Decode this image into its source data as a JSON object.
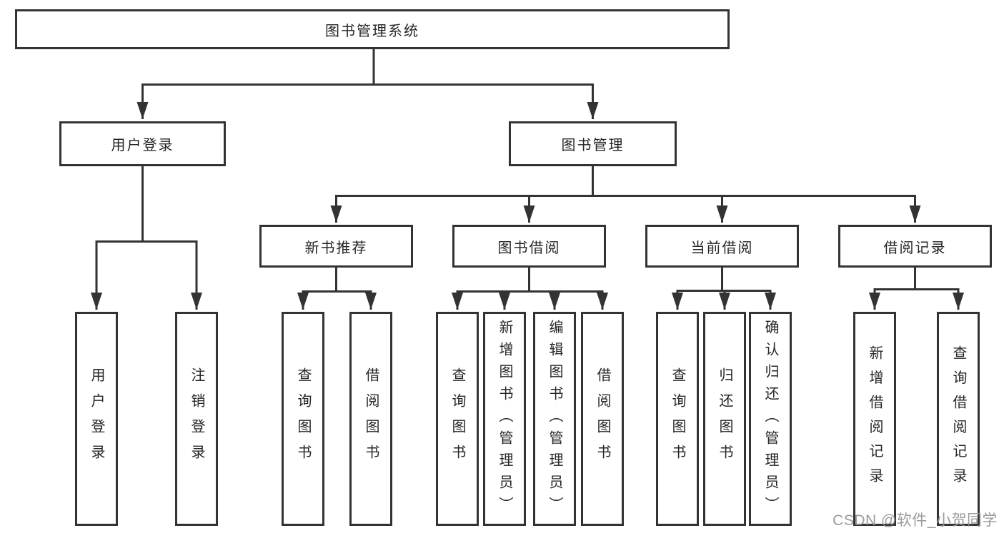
{
  "diagram": {
    "root": {
      "label": "图书管理系统"
    },
    "level2": [
      {
        "id": "user-login",
        "label": "用户登录"
      },
      {
        "id": "book-management",
        "label": "图书管理"
      }
    ],
    "level3": [
      {
        "id": "new-book-recommend",
        "label": "新书推荐",
        "parent": "book-management"
      },
      {
        "id": "book-borrow",
        "label": "图书借阅",
        "parent": "book-management"
      },
      {
        "id": "current-borrow",
        "label": "当前借阅",
        "parent": "book-management"
      },
      {
        "id": "borrow-records",
        "label": "借阅记录",
        "parent": "book-management"
      }
    ],
    "leaves": [
      {
        "id": "user-login-op",
        "label": "用户登录",
        "parent": "user-login"
      },
      {
        "id": "logout-op",
        "label": "注销登录",
        "parent": "user-login"
      },
      {
        "id": "query-books-recommend",
        "label": "查询图书",
        "parent": "new-book-recommend"
      },
      {
        "id": "borrow-books-recommend",
        "label": "借阅图书",
        "parent": "new-book-recommend"
      },
      {
        "id": "query-books-borrow",
        "label": "查询图书",
        "parent": "book-borrow"
      },
      {
        "id": "add-books-admin",
        "label": "新增图书（管理员）",
        "parent": "book-borrow"
      },
      {
        "id": "edit-books-admin",
        "label": "编辑图书（管理员）",
        "parent": "book-borrow"
      },
      {
        "id": "borrow-books",
        "label": "借阅图书",
        "parent": "book-borrow"
      },
      {
        "id": "query-books-current",
        "label": "查询图书",
        "parent": "current-borrow"
      },
      {
        "id": "return-books",
        "label": "归还图书",
        "parent": "current-borrow"
      },
      {
        "id": "confirm-return-admin",
        "label": "确认归还（管理员）",
        "parent": "current-borrow"
      },
      {
        "id": "add-borrow-record",
        "label": "新增借阅记录",
        "parent": "borrow-records"
      },
      {
        "id": "query-borrow-record",
        "label": "查询借阅记录",
        "parent": "borrow-records"
      }
    ],
    "watermark": {
      "text": "CSDN @软件_小贺同学"
    },
    "colors": {
      "line": "#333333",
      "text": "#262626",
      "background": "#ffffff",
      "watermark": "#969696"
    }
  }
}
